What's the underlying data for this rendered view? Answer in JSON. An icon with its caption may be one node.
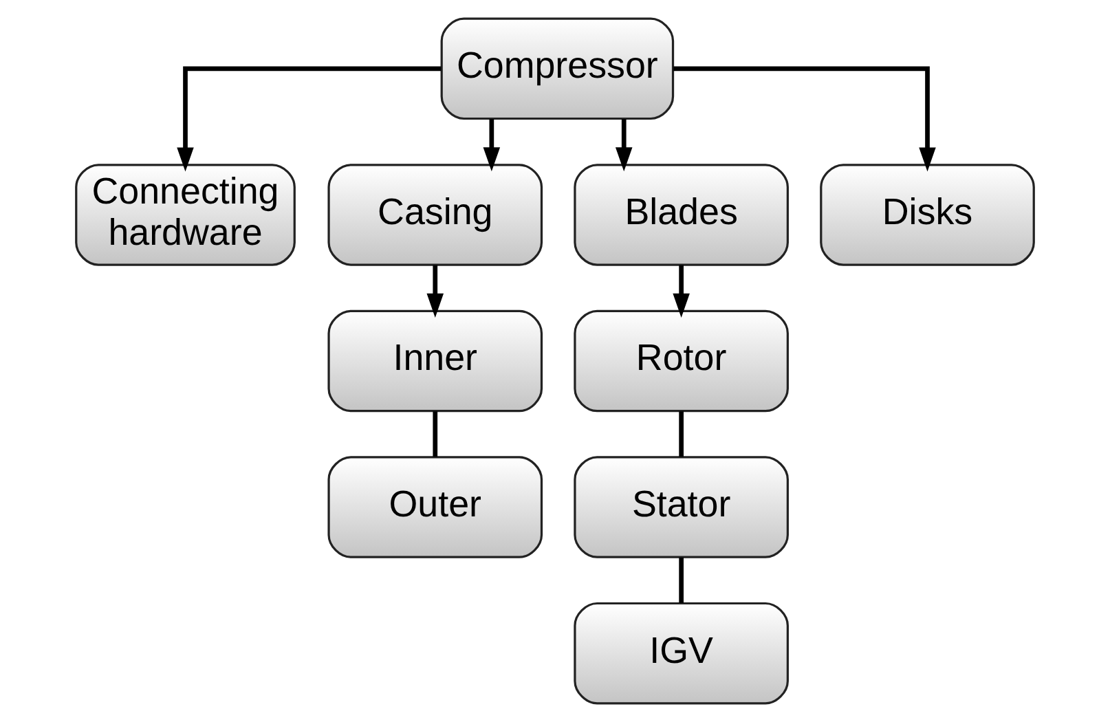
{
  "diagram": {
    "nodes": [
      {
        "text": [
          "Compressor"
        ]
      },
      {
        "text": [
          "Connecting hardware"
        ]
      },
      {
        "text": [
          "Casing"
        ]
      },
      {
        "text": [
          "Blades"
        ]
      },
      {
        "text": [
          "Disks"
        ]
      },
      {
        "text": [
          "Inner"
        ]
      },
      {
        "text": [
          "Outer"
        ]
      },
      {
        "text": [
          "Rotor"
        ]
      },
      {
        "text": [
          "Stator"
        ]
      },
      {
        "text": [
          "IGV"
        ]
      }
    ],
    "edges": [
      {
        "from": 0,
        "to": 1,
        "arrow": "to"
      },
      {
        "from": 0,
        "to": 2,
        "arrow": "to"
      },
      {
        "from": 0,
        "to": 3,
        "arrow": "to"
      },
      {
        "from": 0,
        "to": 4,
        "arrow": "to"
      },
      {
        "from": 2,
        "to": 5,
        "arrow": "to"
      },
      {
        "from": 5,
        "to": 6,
        "arrow": "none"
      },
      {
        "from": 3,
        "to": 7,
        "arrow": "to"
      },
      {
        "from": 7,
        "to": 8,
        "arrow": "none"
      },
      {
        "from": 8,
        "to": 9,
        "arrow": "none"
      }
    ]
  }
}
